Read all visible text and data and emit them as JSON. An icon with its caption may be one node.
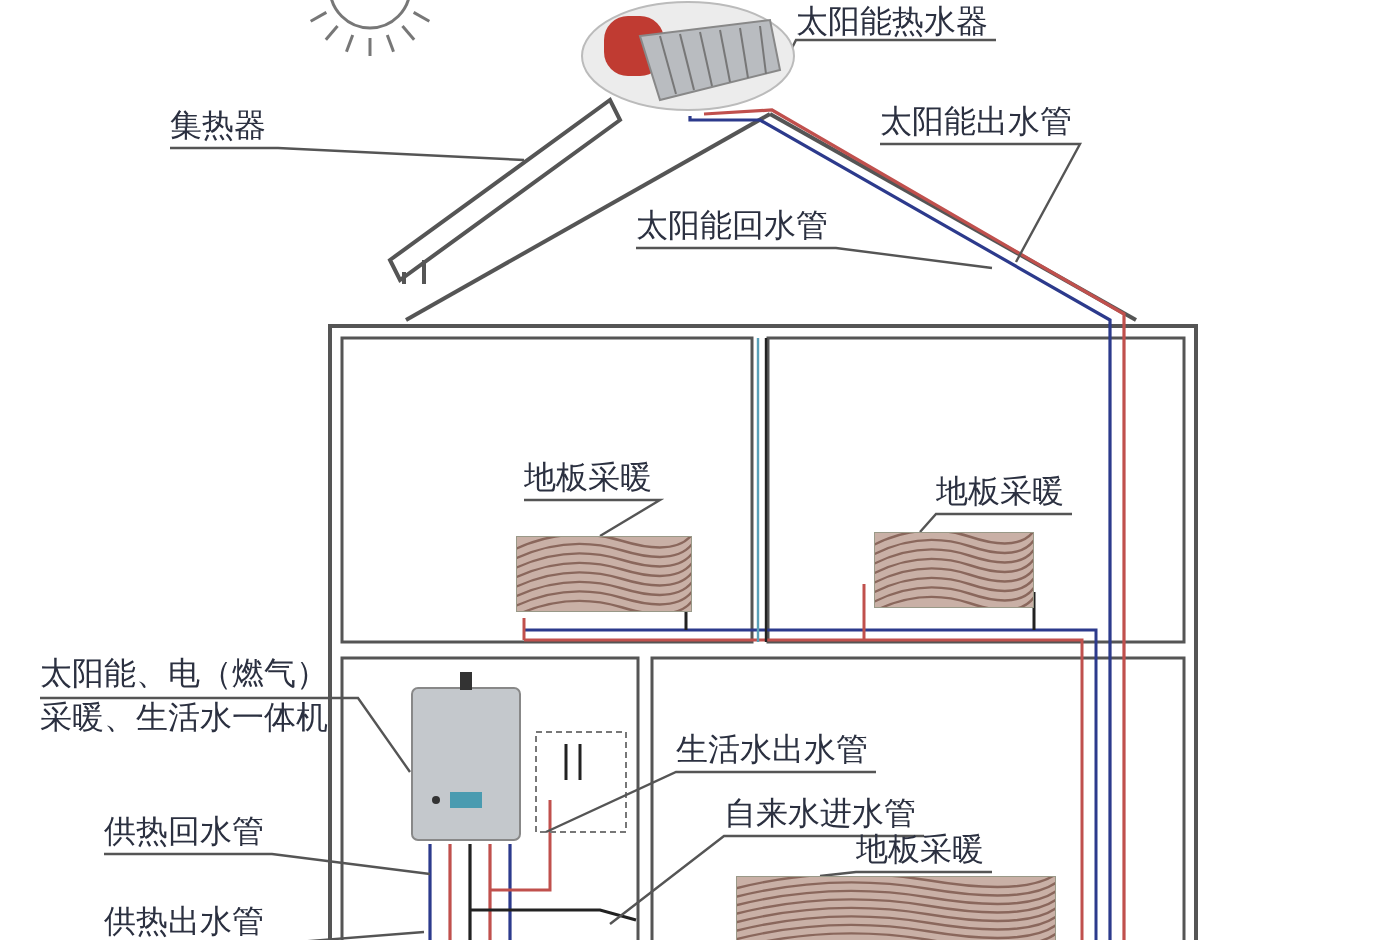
{
  "diagram": {
    "nodes": [
      {
        "text": [
          "太阳能热水器"
        ]
      },
      {
        "text": [],
        "shape": "picture"
      },
      {
        "text": [
          "集热器"
        ]
      },
      {
        "text": [],
        "shape": "box"
      },
      {
        "text": [
          "太阳能出水管"
        ]
      },
      {
        "text": [
          "太阳能回水管"
        ]
      },
      {
        "text": [
          "地板采暖"
        ]
      },
      {
        "text": [],
        "shape": "picture"
      },
      {
        "text": [
          "地板采暖"
        ]
      },
      {
        "text": [],
        "shape": "picture"
      },
      {
        "text": [
          "太阳能、电（燃气）采暖、生活水一体机"
        ]
      },
      {
        "text": [],
        "shape": "picture"
      },
      {
        "text": [
          "生活水出水管"
        ]
      },
      {
        "text": [
          "自来水进水管"
        ]
      },
      {
        "text": [
          "地板采暖"
        ]
      },
      {
        "text": [],
        "shape": "picture"
      },
      {
        "text": [
          "供热回水管"
        ]
      },
      {
        "text": [
          "供热出水管"
        ]
      }
    ],
    "edges": [
      {
        "from": 0,
        "to": 1,
        "arrow": "none"
      },
      {
        "from": 2,
        "to": 3,
        "arrow": "none"
      },
      {
        "from": 4,
        "to": null,
        "arrow": "none"
      },
      {
        "from": 5,
        "to": null,
        "arrow": "none"
      },
      {
        "from": 6,
        "to": 7,
        "arrow": "none"
      },
      {
        "from": 8,
        "to": 9,
        "arrow": "none"
      },
      {
        "from": 10,
        "to": 11,
        "arrow": "none"
      },
      {
        "from": 12,
        "to": null,
        "arrow": "none"
      },
      {
        "from": 13,
        "to": null,
        "arrow": "none"
      },
      {
        "from": 14,
        "to": 15,
        "arrow": "none"
      },
      {
        "from": 16,
        "to": null,
        "arrow": "none"
      },
      {
        "from": 17,
        "to": null,
        "arrow": "none"
      }
    ]
  }
}
